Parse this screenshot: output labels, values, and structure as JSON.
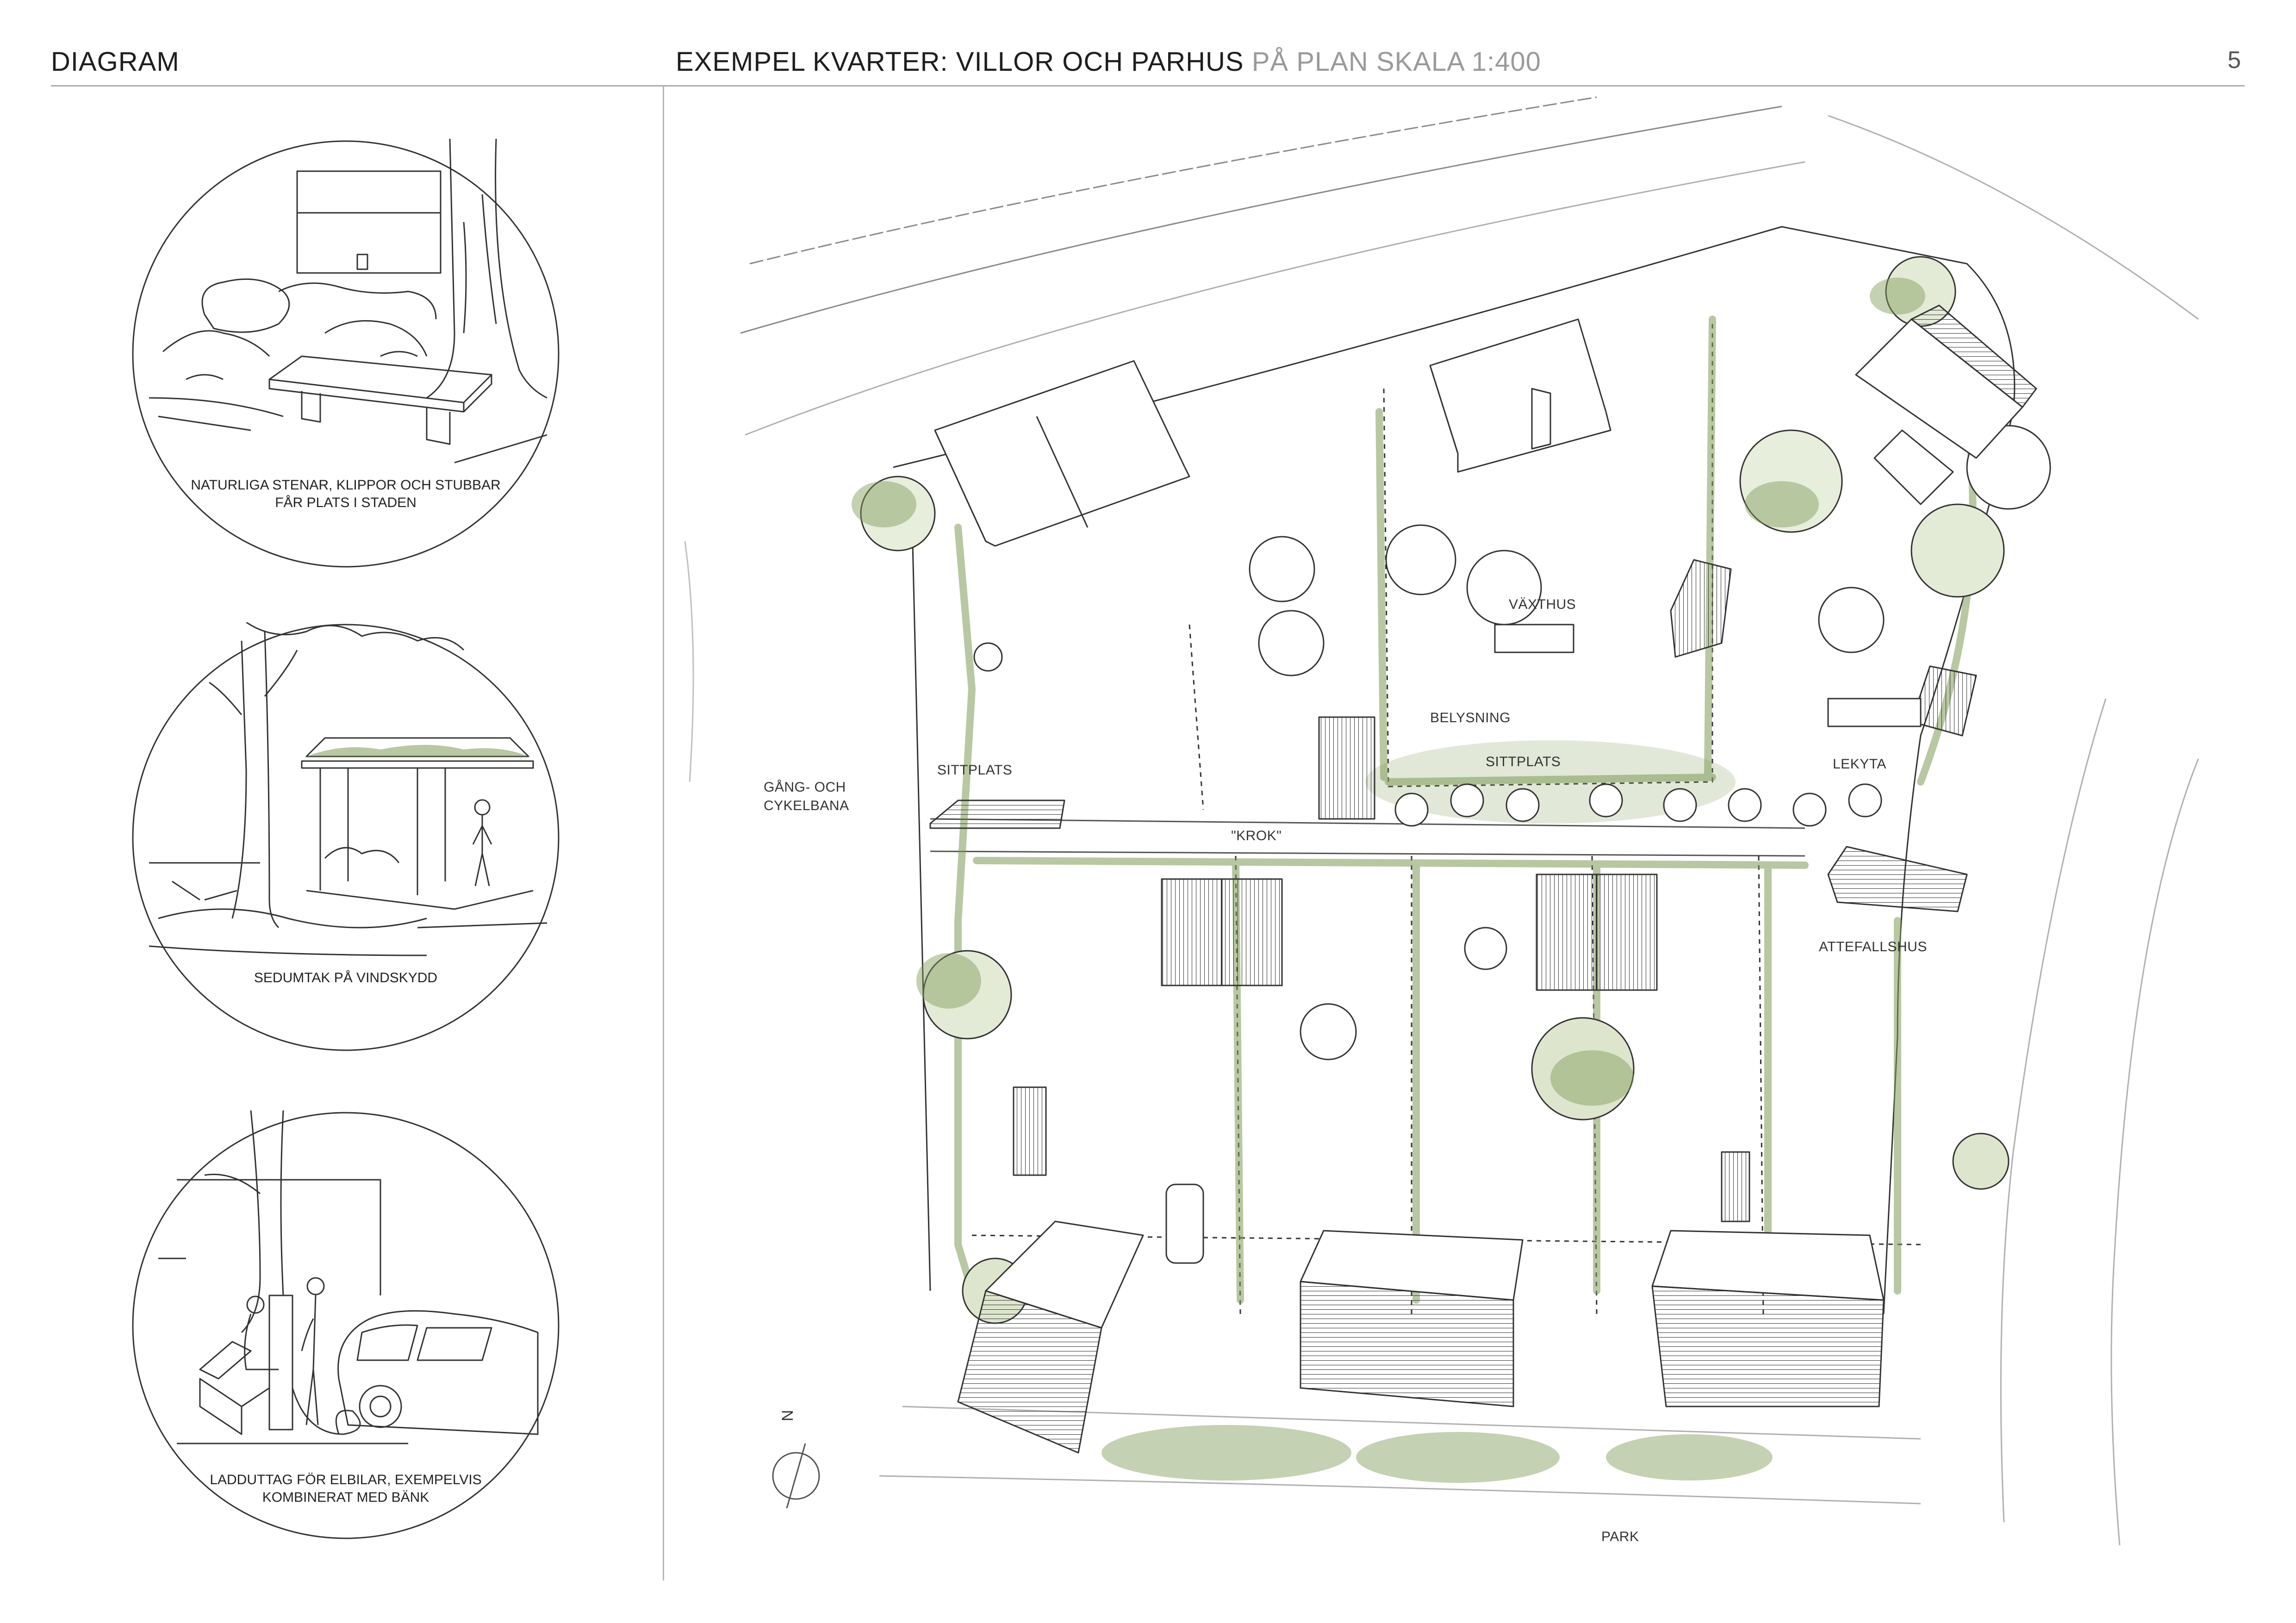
{
  "header": {
    "left": "DIAGRAM",
    "title_main": "EXEMPEL KVARTER: VILLOR OCH PARHUS",
    "title_sub": " PÅ PLAN SKALA 1:400",
    "page_number": "5"
  },
  "diagrams": [
    {
      "caption": "NATURLIGA STENAR, KLIPPOR OCH STUBBAR FÅR PLATS I STADEN"
    },
    {
      "caption": "SEDUMTAK PÅ VINDSKYDD"
    },
    {
      "caption": "LADDUTTAG FÖR ELBILAR, EXEMPELVIS KOMBINERAT MED BÄNK"
    }
  ],
  "plan_labels": {
    "vaxthus": "VÄXTHUS",
    "belysning": "BELYSNING",
    "sittplats_center": "SITTPLATS",
    "lekyta": "LEKYTA",
    "sittplats_left": "SITTPLATS",
    "gang_cykel_1": "GÅNG- OCH",
    "gang_cykel_2": "CYKELBANA",
    "krok": "\"KROK\"",
    "attefallshus": "ATTEFALLSHUS",
    "park": "PARK",
    "north": "N"
  },
  "colors": {
    "vegetation": "#7d9a56",
    "vegetation_light": "#b9cc98",
    "ink": "#2a2a2a",
    "rule": "#aaaaaa"
  }
}
